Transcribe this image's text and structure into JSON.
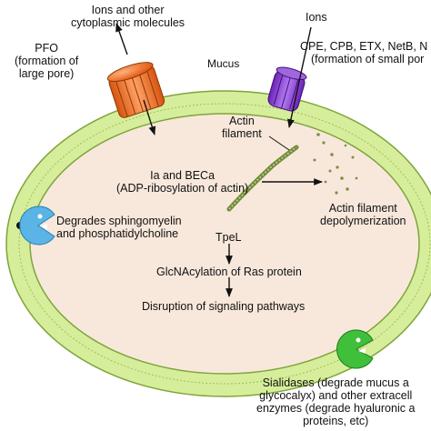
{
  "labels": {
    "ions_cyto": [
      "Ions and other",
      "cytoplasmic molecules"
    ],
    "ions": "Ions",
    "pfo": [
      "PFO",
      "(formation of",
      "large pore)"
    ],
    "small_pore": [
      "CPE, CPB, ETX, NetB, N",
      "(formation of small por"
    ],
    "mucus": "Mucus",
    "actin": [
      "Actin",
      "filament"
    ],
    "ia_beca": [
      "Ia and BECa",
      "(ADP-ribosylation of actin)"
    ],
    "depoly": [
      "Actin filament",
      "depolymerization"
    ],
    "sphingo": [
      "Degrades sphingomyelin",
      "and phosphatidylcholine"
    ],
    "tpel": "TpeL",
    "glcnac": "GlcNAcylation of Ras protein",
    "disruption": "Disruption of signaling pathways",
    "sialidases": [
      "Sialidases (degrade mucus a",
      "glycocalyx) and other extracell",
      "enzymes (degrade hyaluronic a",
      "proteins, etc)"
    ]
  },
  "colors": {
    "membrane": "#d6ee9b",
    "cell_interior": "#f8e8dc",
    "large_pore": "#f26a1b",
    "small_pore": "#8b3bd6",
    "sphingo_enzyme": "#5ab4e6",
    "sialidase_enzyme": "#3fbf3a",
    "actin": "#6f8a3a"
  },
  "icons": [
    "large-pore-channel-icon",
    "small-pore-channel-icon",
    "pacman-enzyme-icon",
    "actin-filament-icon"
  ]
}
